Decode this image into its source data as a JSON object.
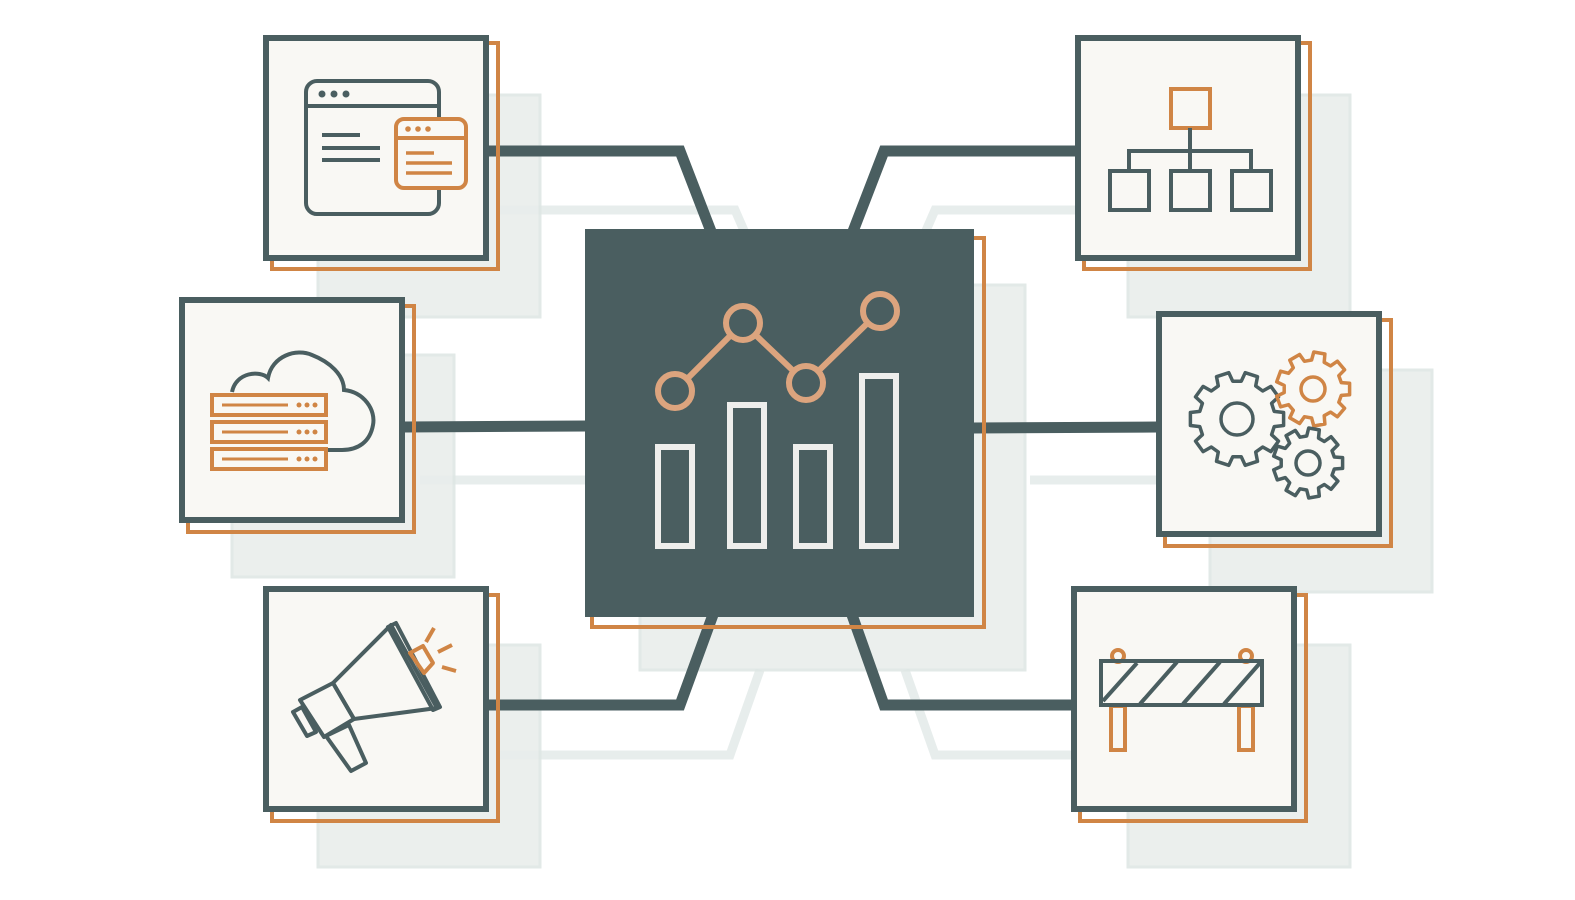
{
  "colors": {
    "background": "#ffffff",
    "dark": "#4a5e60",
    "accent": "#d08545",
    "accent_light": "#dca47e",
    "card_fill": "#f9f8f4",
    "shadow": "#dfe7e5",
    "bar_stroke": "#eeeeec"
  },
  "hub": {
    "icon": "analytics-chart-icon"
  },
  "nodes": [
    {
      "id": "web-windows",
      "icon": "browser-windows-icon"
    },
    {
      "id": "cloud-servers",
      "icon": "cloud-server-icon"
    },
    {
      "id": "marketing",
      "icon": "megaphone-icon"
    },
    {
      "id": "hierarchy",
      "icon": "org-hierarchy-icon"
    },
    {
      "id": "settings",
      "icon": "gears-icon"
    },
    {
      "id": "roadblock",
      "icon": "barrier-icon"
    }
  ]
}
